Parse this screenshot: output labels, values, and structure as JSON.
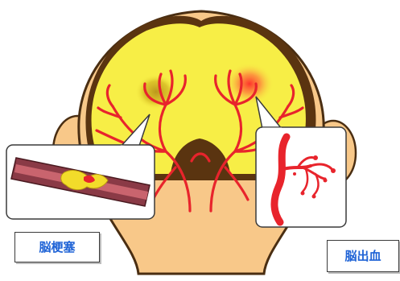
{
  "labels": {
    "infarction": "脳梗塞",
    "hemorrhage": "脳出血"
  },
  "parts": {
    "head": "head-silhouette",
    "brain": "brain-cross-section",
    "infarction_zone": "ischemic-area",
    "hemorrhage_zone": "bleeding-area",
    "clot_inset": "blocked-artery-inset",
    "rupture_inset": "ruptured-artery-inset"
  },
  "colors": {
    "skin": "#f8c889",
    "skin_outline": "#4a2e12",
    "brain": "#f7ee46",
    "brain_outline": "#5a3410",
    "artery": "#e8242c",
    "vessel_wall": "#8a3a46",
    "clot": "#f2dc2a",
    "ischemic": "#c9a51a",
    "label_text": "#1f63d6"
  }
}
